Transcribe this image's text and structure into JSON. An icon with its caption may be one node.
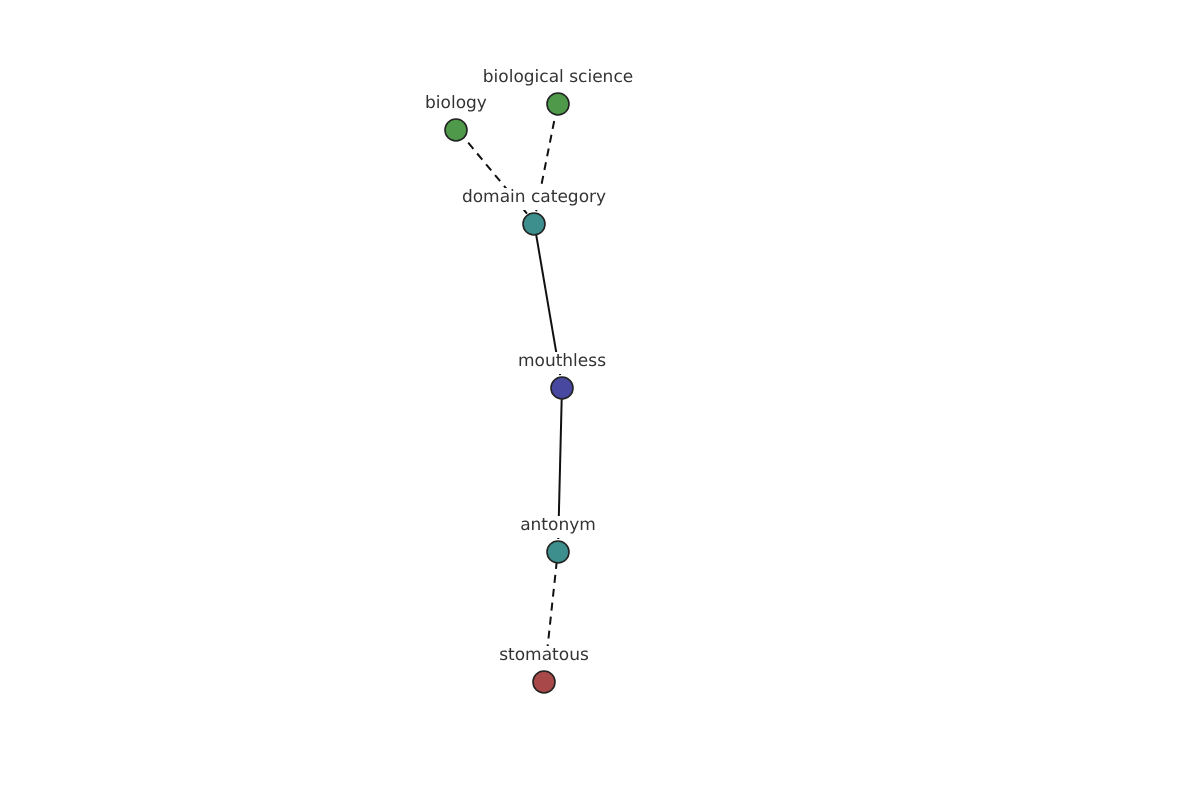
{
  "diagram": {
    "nodes": [
      {
        "text": [
          "biological science"
        ]
      },
      {
        "text": [
          "biology"
        ]
      },
      {
        "text": [
          "domain category"
        ]
      },
      {
        "text": [
          "mouthless"
        ]
      },
      {
        "text": [
          "antonym"
        ]
      },
      {
        "text": [
          "stomatous"
        ]
      }
    ],
    "edges": [
      {
        "from": 2,
        "to": 1,
        "arrow": "none",
        "style": "dashed"
      },
      {
        "from": 2,
        "to": 0,
        "arrow": "none",
        "style": "dashed"
      },
      {
        "from": 3,
        "to": 2,
        "arrow": "none"
      },
      {
        "from": 3,
        "to": 4,
        "arrow": "none"
      },
      {
        "from": 4,
        "to": 5,
        "arrow": "none",
        "style": "dashed"
      }
    ]
  }
}
